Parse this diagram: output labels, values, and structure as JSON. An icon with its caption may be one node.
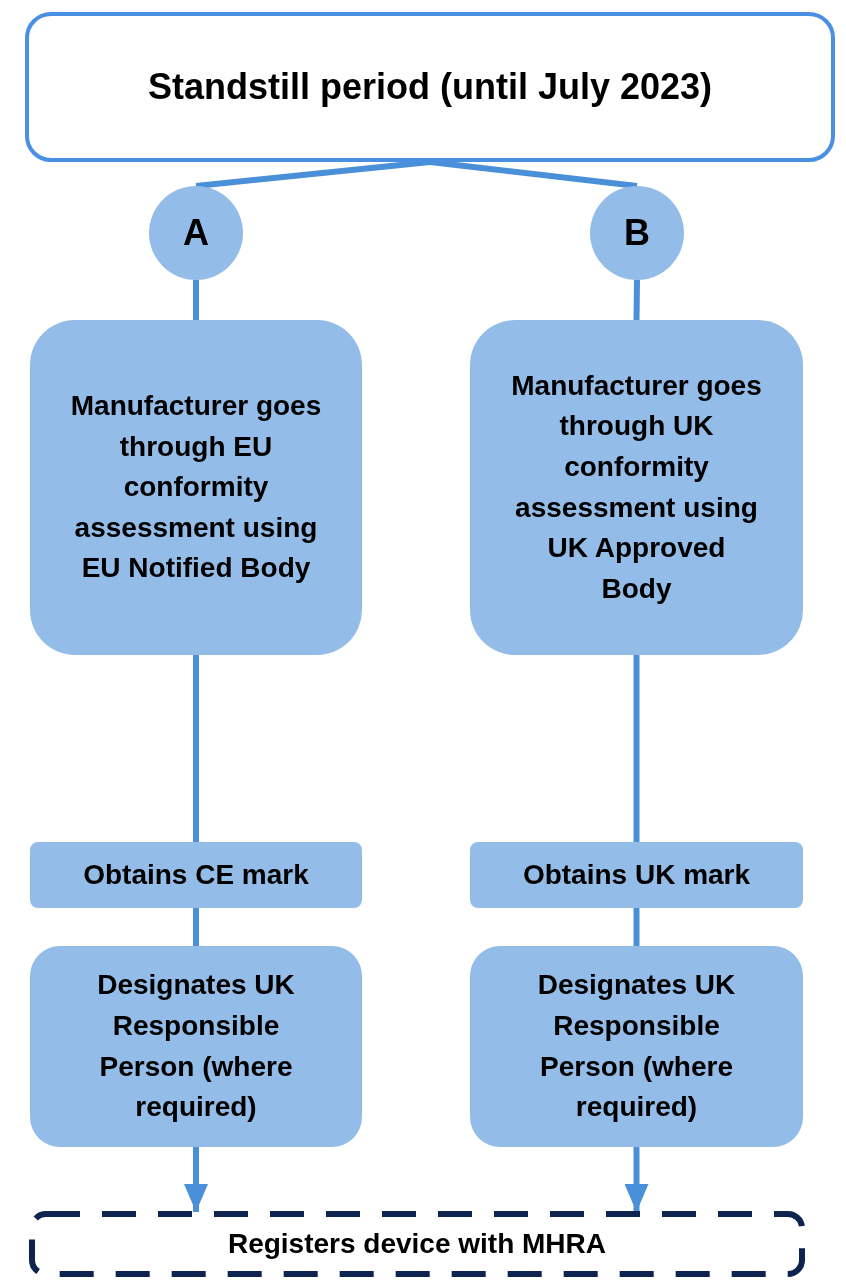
{
  "diagram": {
    "nodes": [
      {
        "text": [
          "Standstill period (until July 2023)"
        ]
      },
      {
        "text": [
          "A"
        ]
      },
      {
        "text": [
          "B"
        ]
      },
      {
        "text": [
          "Manufacturer goes through EU conformity assessment using EU Notified Body"
        ]
      },
      {
        "text": [
          "Manufacturer goes through UK conformity assessment using UK Approved Body"
        ]
      },
      {
        "text": [
          "Obtains CE mark"
        ]
      },
      {
        "text": [
          "Obtains UK mark"
        ]
      },
      {
        "text": [
          "Designates UK Responsible Person (where required)"
        ]
      },
      {
        "text": [
          "Designates UK Responsible Person (where required)"
        ]
      },
      {
        "text": [
          "Registers device with MHRA"
        ]
      }
    ],
    "edges": [
      {
        "from": 0,
        "to": 1,
        "arrow": "none"
      },
      {
        "from": 1,
        "to": 3,
        "arrow": "none"
      },
      {
        "from": 3,
        "to": 5,
        "arrow": "none"
      },
      {
        "from": 5,
        "to": 7,
        "arrow": "none"
      },
      {
        "from": 7,
        "to": 9,
        "arrow": "to"
      },
      {
        "from": 0,
        "to": 2,
        "arrow": "none"
      },
      {
        "from": 2,
        "to": 4,
        "arrow": "none"
      },
      {
        "from": 4,
        "to": 6,
        "arrow": "none"
      },
      {
        "from": 6,
        "to": 8,
        "arrow": "none"
      },
      {
        "from": 8,
        "to": 9,
        "arrow": "to"
      }
    ]
  }
}
